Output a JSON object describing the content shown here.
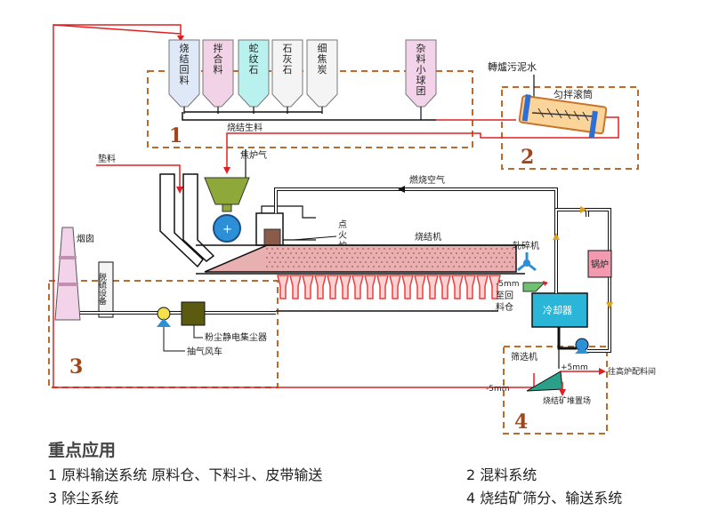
{
  "bins": [
    {
      "label": "烧结回料",
      "color": "#dfe8f7"
    },
    {
      "label": "拌合料",
      "color": "#f2d2e6"
    },
    {
      "label": "蛇纹石",
      "color": "#b9f1ef"
    },
    {
      "label": "石灰石",
      "color": "#f4f4f4"
    },
    {
      "label": "细焦炭",
      "color": "#f4f4f4"
    },
    {
      "label": "杂料小球团",
      "color": "#f3d3e9"
    }
  ],
  "labels": {
    "converter_sludge": "轉爐污泥水",
    "mixing_drum": "匀拌滚筒",
    "sinter_raw": "烧结生料",
    "coke_gas": "焦炉气",
    "bedding": "垫料",
    "combustion_air": "燃烧空气",
    "ignition_1": "点",
    "ignition_2": "火",
    "ignition_3": "炉",
    "sinter_machine": "烧结机",
    "chimney": "烟囱",
    "desulfur": "脱硫设备",
    "crusher": "轧碎机",
    "minus5_top": "-5mm",
    "minus5_to_1": "至回",
    "minus5_to_2": "料仓",
    "cooler": "冷却器",
    "boiler": "锅炉",
    "esp": "粉尘静电集尘器",
    "fan": "抽气风车",
    "screen": "筛选机",
    "plus5": "+5mm",
    "to_blast": "往高炉配料间",
    "minus5_bottom": "-5mm",
    "yard": "烧结矿堆置场"
  },
  "zones": [
    "1",
    "2",
    "3",
    "4"
  ],
  "legend": {
    "title": "重点应用",
    "items": [
      "1 原料输送系统 原料仓、下料斗、皮带输送",
      "2 混料系统",
      "3 除尘系统",
      "4 烧结矿筛分、输送系统"
    ]
  },
  "colors": {
    "pipe": "#111111",
    "red_line": "#e02020",
    "zone_border": "#c06a2a",
    "zone_number": "#a0461a",
    "hopper": "#8ea83a",
    "roller": "#2d8fd6",
    "cooler": "#29b6d8",
    "boiler": "#f49ab0",
    "esp": "#5a5a10",
    "sinter_bed": "#e8a0a0",
    "windbox": "#e84040"
  }
}
